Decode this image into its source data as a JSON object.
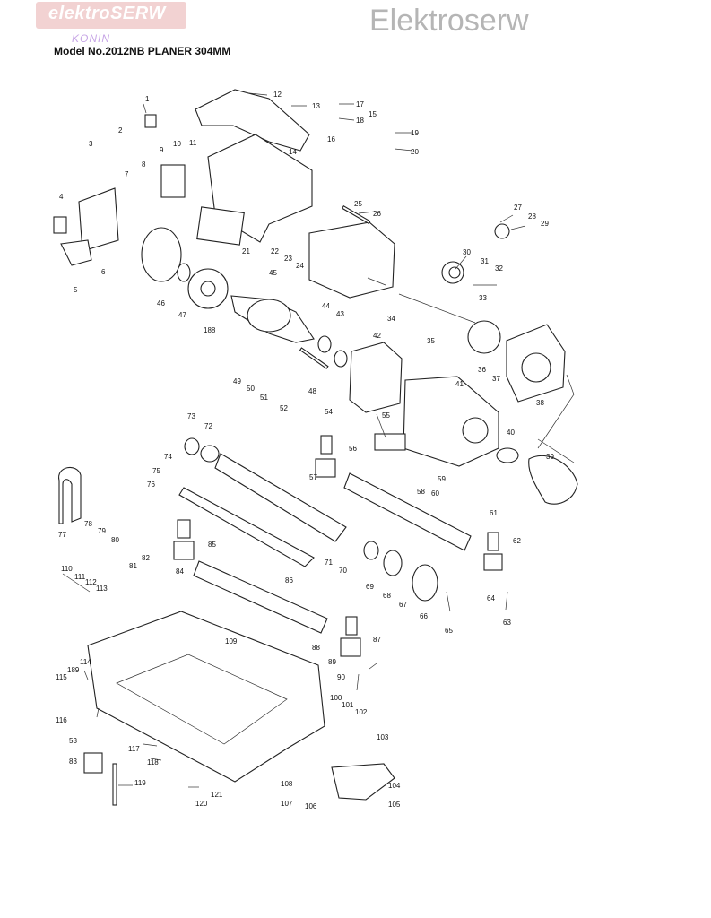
{
  "header": {
    "logo_text": "elektroSERW",
    "logo_subtitle": "KONIN",
    "watermark": "Elektroserw",
    "model_title": "Model No.2012NB PLANER 304MM"
  },
  "parts": [
    {
      "label": "1"
    },
    {
      "label": "2"
    },
    {
      "label": "3"
    },
    {
      "label": "4"
    },
    {
      "label": "5"
    },
    {
      "label": "6"
    },
    {
      "label": "7"
    },
    {
      "label": "8"
    },
    {
      "label": "9"
    },
    {
      "label": "10"
    },
    {
      "label": "11"
    },
    {
      "label": "12"
    },
    {
      "label": "13"
    },
    {
      "label": "14"
    },
    {
      "label": "15"
    },
    {
      "label": "16"
    },
    {
      "label": "17"
    },
    {
      "label": "18"
    },
    {
      "label": "19"
    },
    {
      "label": "20"
    },
    {
      "label": "21"
    },
    {
      "label": "22"
    },
    {
      "label": "23"
    },
    {
      "label": "24"
    },
    {
      "label": "25"
    },
    {
      "label": "26"
    },
    {
      "label": "27"
    },
    {
      "label": "28"
    },
    {
      "label": "29"
    },
    {
      "label": "30"
    },
    {
      "label": "31"
    },
    {
      "label": "32"
    },
    {
      "label": "33"
    },
    {
      "label": "34"
    },
    {
      "label": "35"
    },
    {
      "label": "36"
    },
    {
      "label": "37"
    },
    {
      "label": "38"
    },
    {
      "label": "39"
    },
    {
      "label": "40"
    },
    {
      "label": "41"
    },
    {
      "label": "42"
    },
    {
      "label": "43"
    },
    {
      "label": "44"
    },
    {
      "label": "45"
    },
    {
      "label": "46"
    },
    {
      "label": "47"
    },
    {
      "label": "188"
    },
    {
      "label": "48"
    },
    {
      "label": "49"
    },
    {
      "label": "50"
    },
    {
      "label": "51"
    },
    {
      "label": "52"
    },
    {
      "label": "53"
    },
    {
      "label": "54"
    },
    {
      "label": "55"
    },
    {
      "label": "56"
    },
    {
      "label": "57"
    },
    {
      "label": "58"
    },
    {
      "label": "59"
    },
    {
      "label": "60"
    },
    {
      "label": "61"
    },
    {
      "label": "62"
    },
    {
      "label": "63"
    },
    {
      "label": "64"
    },
    {
      "label": "65"
    },
    {
      "label": "66"
    },
    {
      "label": "67"
    },
    {
      "label": "68"
    },
    {
      "label": "69"
    },
    {
      "label": "70"
    },
    {
      "label": "71"
    },
    {
      "label": "72"
    },
    {
      "label": "73"
    },
    {
      "label": "74"
    },
    {
      "label": "75"
    },
    {
      "label": "76"
    },
    {
      "label": "77"
    },
    {
      "label": "78"
    },
    {
      "label": "79"
    },
    {
      "label": "80"
    },
    {
      "label": "81"
    },
    {
      "label": "82"
    },
    {
      "label": "83"
    },
    {
      "label": "84"
    },
    {
      "label": "85"
    },
    {
      "label": "86"
    },
    {
      "label": "87"
    },
    {
      "label": "88"
    },
    {
      "label": "89"
    },
    {
      "label": "90"
    },
    {
      "label": "100"
    },
    {
      "label": "101"
    },
    {
      "label": "102"
    },
    {
      "label": "103"
    },
    {
      "label": "104"
    },
    {
      "label": "105"
    },
    {
      "label": "106"
    },
    {
      "label": "107"
    },
    {
      "label": "108"
    },
    {
      "label": "109"
    },
    {
      "label": "110"
    },
    {
      "label": "111"
    },
    {
      "label": "112"
    },
    {
      "label": "113"
    },
    {
      "label": "114"
    },
    {
      "label": "115"
    },
    {
      "label": "116"
    },
    {
      "label": "117"
    },
    {
      "label": "118"
    },
    {
      "label": "119"
    },
    {
      "label": "120"
    },
    {
      "label": "121"
    },
    {
      "label": "189"
    }
  ]
}
